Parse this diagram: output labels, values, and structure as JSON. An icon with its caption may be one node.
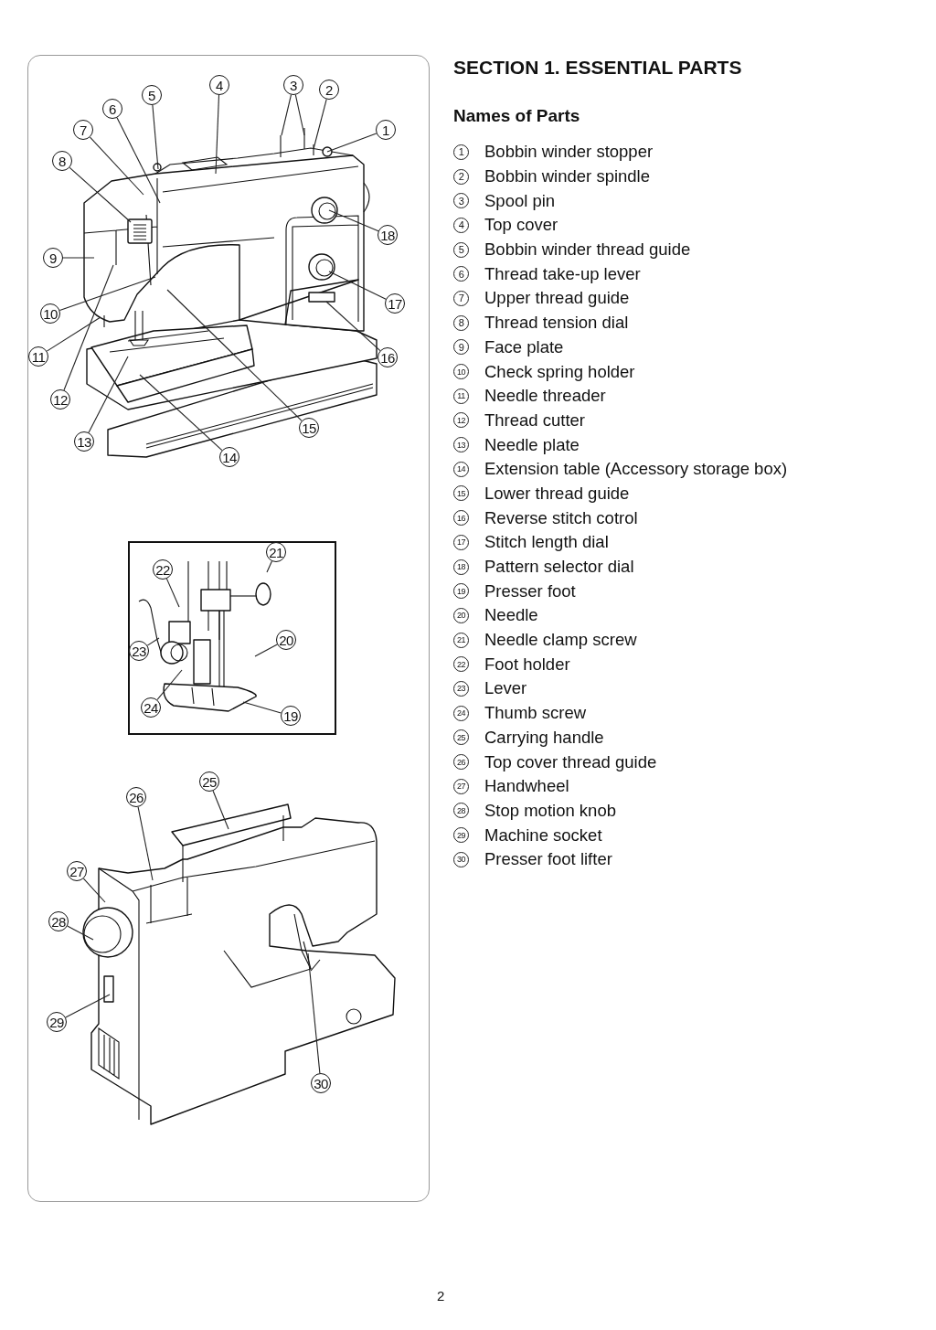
{
  "diagram": {
    "title": "SECTION 1. ESSENTIAL PARTS",
    "nodes": [
      {
        "text": [
          "1"
        ]
      },
      {
        "text": [
          "2"
        ]
      },
      {
        "text": [
          "3"
        ]
      },
      {
        "text": [
          "4"
        ]
      },
      {
        "text": [
          "5"
        ]
      },
      {
        "text": [
          "6"
        ]
      },
      {
        "text": [
          "7"
        ]
      },
      {
        "text": [
          "8"
        ]
      },
      {
        "text": [
          "9"
        ]
      },
      {
        "text": [
          "10"
        ]
      },
      {
        "text": [
          "11"
        ]
      },
      {
        "text": [
          "12"
        ]
      },
      {
        "text": [
          "13"
        ]
      },
      {
        "text": [
          "14"
        ]
      },
      {
        "text": [
          "15"
        ]
      },
      {
        "text": [
          "16"
        ]
      },
      {
        "text": [
          "17"
        ]
      },
      {
        "text": [
          "18"
        ]
      },
      {
        "text": [
          "19"
        ]
      },
      {
        "text": [
          "20"
        ]
      },
      {
        "text": [
          "21"
        ]
      },
      {
        "text": [
          "22"
        ]
      },
      {
        "text": [
          "23"
        ]
      },
      {
        "text": [
          "24"
        ]
      },
      {
        "text": [
          "25"
        ]
      },
      {
        "text": [
          "26"
        ]
      },
      {
        "text": [
          "27"
        ]
      },
      {
        "text": [
          "28"
        ]
      },
      {
        "text": [
          "29"
        ]
      },
      {
        "text": [
          "30"
        ]
      }
    ],
    "edges": [
      {
        "from": 0,
        "to": null,
        "arrow": "none"
      },
      {
        "from": 1,
        "to": null,
        "arrow": "none"
      },
      {
        "from": 2,
        "to": null,
        "arrow": "none"
      },
      {
        "from": 2,
        "to": null,
        "arrow": "none"
      },
      {
        "from": 3,
        "to": null,
        "arrow": "none"
      },
      {
        "from": 4,
        "to": null,
        "arrow": "none"
      },
      {
        "from": 5,
        "to": null,
        "arrow": "none"
      },
      {
        "from": 6,
        "to": null,
        "arrow": "none"
      },
      {
        "from": 7,
        "to": null,
        "arrow": "none"
      },
      {
        "from": 8,
        "to": null,
        "arrow": "none"
      },
      {
        "from": 9,
        "to": null,
        "arrow": "none"
      },
      {
        "from": 10,
        "to": null,
        "arrow": "none"
      },
      {
        "from": 11,
        "to": null,
        "arrow": "none"
      },
      {
        "from": 12,
        "to": null,
        "arrow": "none"
      },
      {
        "from": 13,
        "to": null,
        "arrow": "none"
      },
      {
        "from": 14,
        "to": null,
        "arrow": "none"
      },
      {
        "from": 15,
        "to": null,
        "arrow": "none"
      },
      {
        "from": 16,
        "to": null,
        "arrow": "none"
      },
      {
        "from": 17,
        "to": null,
        "arrow": "none"
      },
      {
        "from": 18,
        "to": null,
        "arrow": "none"
      },
      {
        "from": 19,
        "to": null,
        "arrow": "none"
      },
      {
        "from": 20,
        "to": null,
        "arrow": "none"
      },
      {
        "from": 21,
        "to": null,
        "arrow": "none"
      },
      {
        "from": 22,
        "to": null,
        "arrow": "none"
      },
      {
        "from": 23,
        "to": null,
        "arrow": "none"
      },
      {
        "from": 24,
        "to": null,
        "arrow": "none"
      },
      {
        "from": 25,
        "to": null,
        "arrow": "none"
      },
      {
        "from": 26,
        "to": null,
        "arrow": "none"
      },
      {
        "from": 27,
        "to": null,
        "arrow": "none"
      },
      {
        "from": 28,
        "to": null,
        "arrow": "none"
      },
      {
        "from": 29,
        "to": null,
        "arrow": "none"
      }
    ],
    "labels": [
      "Names of Parts",
      "1",
      "Bobbin winder stopper",
      "2",
      "Bobbin winder spindle",
      "3",
      "Spool pin",
      "4",
      "Top cover",
      "5",
      "Bobbin winder thread guide",
      "6",
      "Thread take-up lever",
      "7",
      "Upper thread guide",
      "8",
      "Thread tension dial",
      "9",
      "Face plate",
      "10",
      "Check spring holder",
      "11",
      "Needle threader",
      "12",
      "Thread cutter",
      "13",
      "Needle plate",
      "14",
      "Extension table (Accessory storage box)",
      "15",
      "Lower thread guide",
      "16",
      "Reverse stitch cotrol",
      "17",
      "Stitch length dial",
      "18",
      "Pattern selector dial",
      "19",
      "Presser foot",
      "20",
      "Needle",
      "21",
      "Needle clamp screw",
      "22",
      "Foot holder",
      "23",
      "Lever",
      "24",
      "Thumb screw",
      "25",
      "Carrying handle",
      "26",
      "Top cover thread guide",
      "27",
      "Handwheel",
      "28",
      "Stop motion knob",
      "29",
      "Machine socket",
      "30",
      "Presser foot lifter",
      "2"
    ]
  }
}
